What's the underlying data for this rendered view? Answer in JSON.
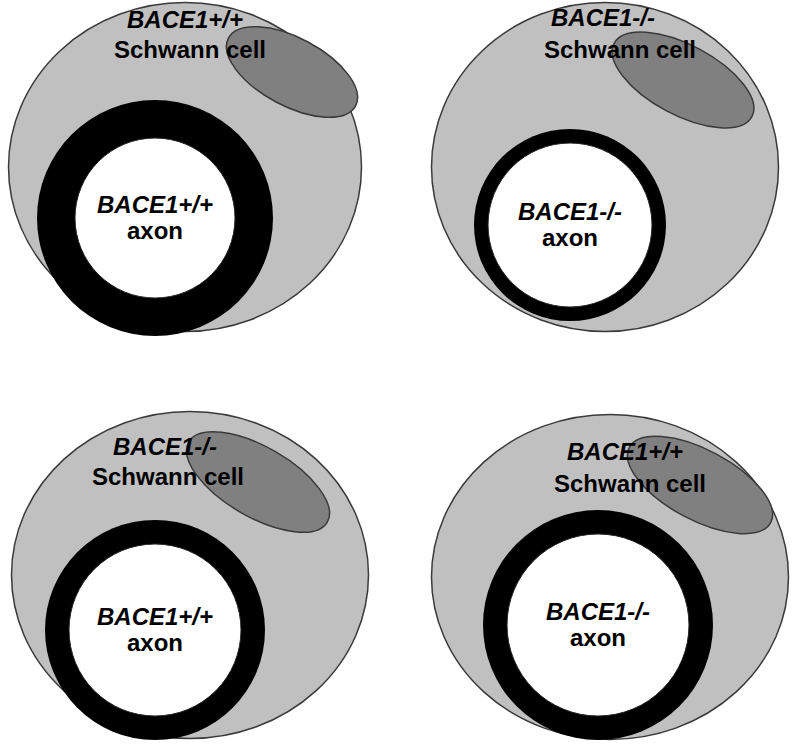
{
  "diagram": {
    "nodes": [
      {
        "text": [
          "BACE1+/+",
          "Schwann cell"
        ]
      },
      {
        "text": [
          "BACE1+/+",
          "axon"
        ],
        "in": 0
      },
      {
        "text": [
          "BACE1-/-",
          "Schwann cell"
        ]
      },
      {
        "text": [
          "BACE1-/-",
          "axon"
        ],
        "in": 2
      },
      {
        "text": [
          "BACE1-/-",
          "Schwann cell"
        ]
      },
      {
        "text": [
          "BACE1+/+",
          "axon"
        ],
        "in": 4
      },
      {
        "text": [
          "BACE1+/+",
          "Schwann cell"
        ]
      },
      {
        "text": [
          "BACE1-/-",
          "axon"
        ],
        "in": 6
      }
    ]
  }
}
